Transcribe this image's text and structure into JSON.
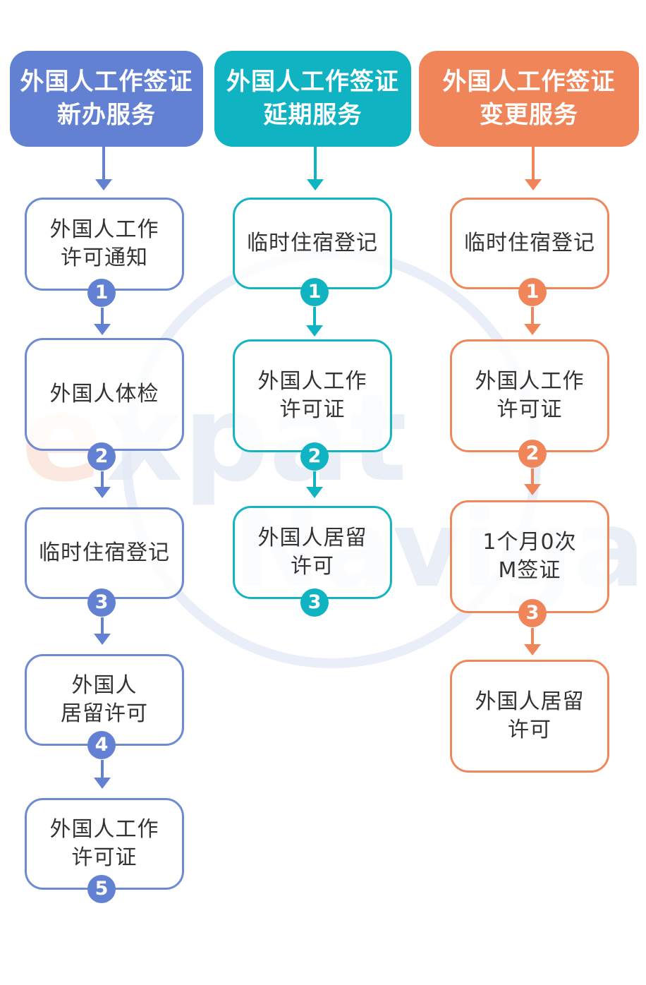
{
  "colors": {
    "blue": "#6381d2",
    "teal": "#0fb3c2",
    "orange": "#f0855a"
  },
  "watermark": {
    "logo_e": "e",
    "logo_xpat": "xpat",
    "logo_navigator": "Navigator"
  },
  "columns": [
    {
      "header": [
        "外国人工作签证",
        "新办服务"
      ],
      "steps": [
        {
          "lines": [
            "外国人工作",
            "许可通知"
          ],
          "badge": "1"
        },
        {
          "lines": [
            "外国人体检"
          ],
          "badge": "2"
        },
        {
          "lines": [
            "临时住宿登记"
          ],
          "badge": "3"
        },
        {
          "lines": [
            "外国人",
            "居留许可"
          ],
          "badge": "4"
        },
        {
          "lines": [
            "外国人工作",
            "许可证"
          ],
          "badge": "5"
        }
      ]
    },
    {
      "header": [
        "外国人工作签证",
        "延期服务"
      ],
      "steps": [
        {
          "lines": [
            "临时住宿登记"
          ],
          "badge": "1"
        },
        {
          "lines": [
            "外国人工作",
            "许可证"
          ],
          "badge": "2"
        },
        {
          "lines": [
            "外国人居留",
            "许可"
          ],
          "badge": "3"
        }
      ]
    },
    {
      "header": [
        "外国人工作签证",
        "变更服务"
      ],
      "steps": [
        {
          "lines": [
            "临时住宿登记"
          ],
          "badge": "1"
        },
        {
          "lines": [
            "外国人工作",
            "许可证"
          ],
          "badge": "2"
        },
        {
          "lines": [
            "1个月0次",
            "M签证"
          ],
          "badge": "3"
        },
        {
          "lines": [
            "外国人居留",
            "许可"
          ]
        }
      ]
    }
  ]
}
